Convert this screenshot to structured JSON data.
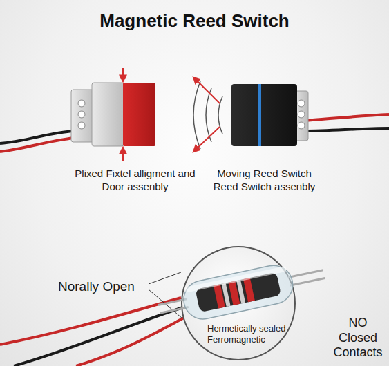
{
  "diagram": {
    "title": "Magnetic Reed Switch",
    "labels": [
      "Plixed Fixtel alligment and Door assenbly",
      "Moving Reed Switch Reed Switch assenbly",
      "Norally Open",
      "Hermetically sealed Ferromagnetic",
      "NO Closed Contacts"
    ]
  }
}
